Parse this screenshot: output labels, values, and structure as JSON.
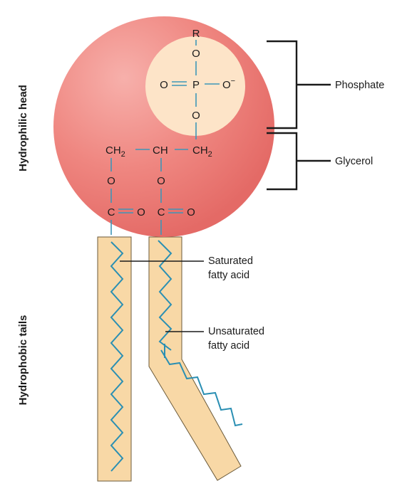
{
  "side_labels": {
    "head": "Hydrophilic head",
    "tails": "Hydrophobic tails"
  },
  "brackets": {
    "phosphate": "Phosphate",
    "glycerol": "Glycerol"
  },
  "tail_labels": {
    "saturated_line1": "Saturated",
    "saturated_line2": "fatty acid",
    "unsaturated_line1": "Unsaturated",
    "unsaturated_line2": "fatty acid"
  },
  "atoms": {
    "R": "R",
    "O": "O",
    "P": "P",
    "O_minus": "O",
    "minus": "−",
    "CH": "CH",
    "C": "C",
    "sub2": "2"
  },
  "colors": {
    "head_fill": "#f08080",
    "phosphate_fill": "#fde4c8",
    "tail_fill": "#f8d8a6",
    "bond": "#3d96b8"
  }
}
